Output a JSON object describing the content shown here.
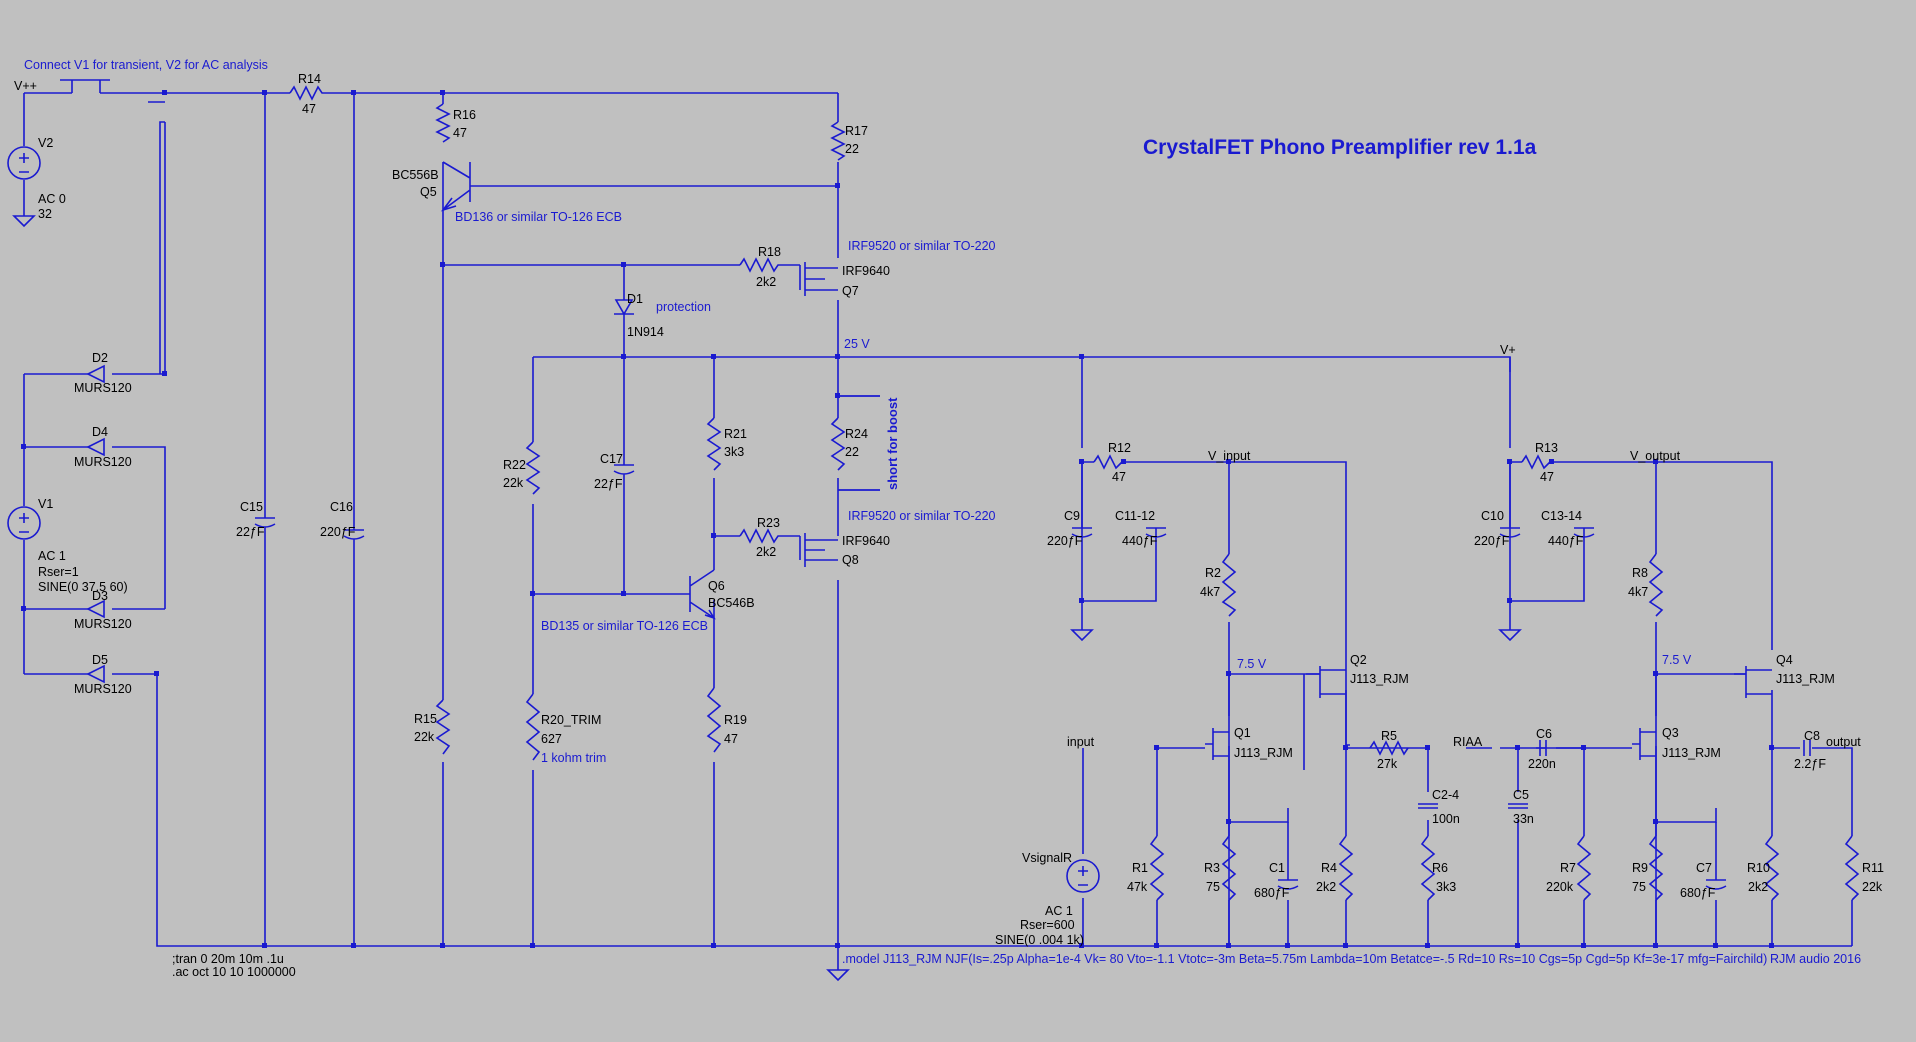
{
  "title": "CrystalFET Phono Preamplifier rev 1.1a",
  "notes": {
    "connect": "Connect V1 for transient, V2 for AC analysis",
    "q5_note": "BD136 or similar TO-126 ECB",
    "q6_note": "BD135 or similar TO-126 ECB",
    "q7_note": "IRF9520 or similar TO-220",
    "q8_note": "IRF9520 or similar TO-220",
    "protection": "protection",
    "boost": "short for boost",
    "trim": "1 kohm trim",
    "author": "RJM audio 2016",
    "tran": ";tran 0 20m 10m .1u",
    "ac": ".ac oct 10 10 1000000",
    "model": ".model J113_RJM NJF(Is=.25p Alpha=1e-4 Vk= 80 Vto=-1.1 Vtotc=-3m Beta=5.75m Lambda=10m Betatce=-.5 Rd=10 Rs=10 Cgs=5p Cgd=5p Kf=3e-17 mfg=Fairchild)"
  },
  "nets": {
    "vpp": "V++",
    "vplus": "V+",
    "v25": "25 V",
    "vinput": "V_input",
    "voutput": "V_output",
    "v75a": "7.5 V",
    "v75b": "7.5 V",
    "input": "input",
    "riaa": "RIAA",
    "output": "output"
  },
  "components": {
    "V2": {
      "name": "V2",
      "v1": "AC 0",
      "v2": "32"
    },
    "V1": {
      "name": "V1",
      "v1": "AC 1",
      "v2": "Rser=1",
      "v3": "SINE(0 37.5 60)"
    },
    "VS": {
      "name": "VsignalR",
      "v1": "AC 1",
      "v2": "Rser=600",
      "v3": "SINE(0 .004 1k)"
    },
    "D2": {
      "name": "D2",
      "val": "MURS120"
    },
    "D4": {
      "name": "D4",
      "val": "MURS120"
    },
    "D3": {
      "name": "D3",
      "val": "MURS120"
    },
    "D5": {
      "name": "D5",
      "val": "MURS120"
    },
    "D1": {
      "name": "D1",
      "val": "1N914"
    },
    "R14": {
      "name": "R14",
      "val": "47"
    },
    "R16": {
      "name": "R16",
      "val": "47"
    },
    "R17": {
      "name": "R17",
      "val": "22"
    },
    "R18": {
      "name": "R18",
      "val": "2k2"
    },
    "R15": {
      "name": "R15",
      "val": "22k"
    },
    "R22": {
      "name": "R22",
      "val": "22k"
    },
    "R20": {
      "name": "R20_TRIM",
      "val": "627"
    },
    "R21": {
      "name": "R21",
      "val": "3k3"
    },
    "R19": {
      "name": "R19",
      "val": "47"
    },
    "R23": {
      "name": "R23",
      "val": "2k2"
    },
    "R24": {
      "name": "R24",
      "val": "22"
    },
    "R12": {
      "name": "R12",
      "val": "47"
    },
    "R13": {
      "name": "R13",
      "val": "47"
    },
    "R2": {
      "name": "R2",
      "val": "4k7"
    },
    "R8": {
      "name": "R8",
      "val": "4k7"
    },
    "R1": {
      "name": "R1",
      "val": "47k"
    },
    "R3": {
      "name": "R3",
      "val": "75"
    },
    "R4": {
      "name": "R4",
      "val": "2k2"
    },
    "R5": {
      "name": "R5",
      "val": "27k"
    },
    "R6": {
      "name": "R6",
      "val": "3k3"
    },
    "R7": {
      "name": "R7",
      "val": "220k"
    },
    "R9": {
      "name": "R9",
      "val": "75"
    },
    "R10": {
      "name": "R10",
      "val": "2k2"
    },
    "R11": {
      "name": "R11",
      "val": "22k"
    },
    "C15": {
      "name": "C15",
      "val": "22ƒF"
    },
    "C16": {
      "name": "C16",
      "val": "220ƒF"
    },
    "C17": {
      "name": "C17",
      "val": "22ƒF"
    },
    "C9": {
      "name": "C9",
      "val": "220ƒF"
    },
    "C11": {
      "name": "C11-12",
      "val": "440ƒF"
    },
    "C10": {
      "name": "C10",
      "val": "220ƒF"
    },
    "C13": {
      "name": "C13-14",
      "val": "440ƒF"
    },
    "C1": {
      "name": "C1",
      "val": "680ƒF"
    },
    "C7": {
      "name": "C7",
      "val": "680ƒF"
    },
    "C2": {
      "name": "C2-4",
      "val": "100n"
    },
    "C5": {
      "name": "C5",
      "val": "33n"
    },
    "C6": {
      "name": "C6",
      "val": "220n"
    },
    "C8": {
      "name": "C8",
      "val": "2.2ƒF"
    },
    "Q5": {
      "name": "Q5",
      "val": "BC556B"
    },
    "Q6": {
      "name": "Q6",
      "val": "BC546B"
    },
    "Q7": {
      "name": "Q7",
      "val": "IRF9640"
    },
    "Q8": {
      "name": "Q8",
      "val": "IRF9640"
    },
    "Q1": {
      "name": "Q1",
      "val": "J113_RJM"
    },
    "Q2": {
      "name": "Q2",
      "val": "J113_RJM"
    },
    "Q3": {
      "name": "Q3",
      "val": "J113_RJM"
    },
    "Q4": {
      "name": "Q4",
      "val": "J113_RJM"
    }
  },
  "colors": {
    "background": "#c0c0c0",
    "wire": "#1a1ad0",
    "text": "#000000"
  }
}
